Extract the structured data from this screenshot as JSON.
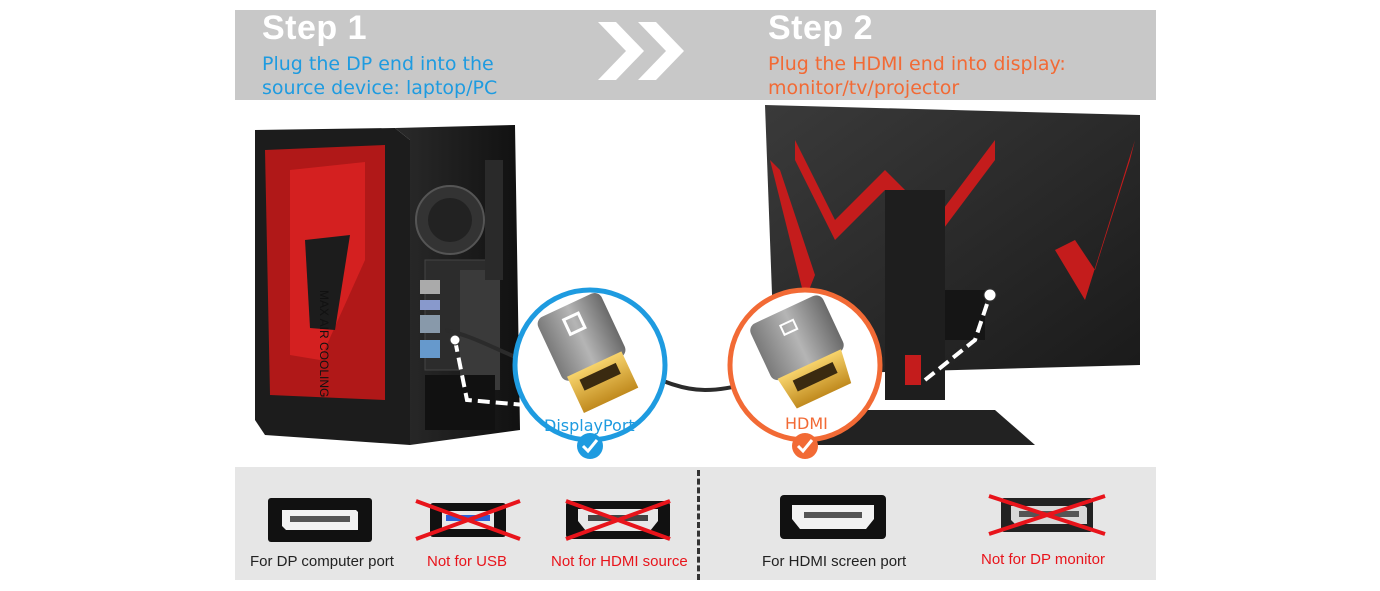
{
  "header": {
    "step1": {
      "title": "Step 1",
      "desc_line1": "Plug the DP end into the",
      "desc_line2": "source device: laptop/PC"
    },
    "step2": {
      "title": "Step 2",
      "desc_line1": "Plug the HDMI end into display:",
      "desc_line2": "monitor/tv/projector"
    }
  },
  "connectors": {
    "dp_label": "DisplayPort",
    "hdmi_label": "HDMI"
  },
  "ports": [
    {
      "label": "For DP computer port",
      "status": "ok"
    },
    {
      "label": "Not for USB",
      "status": "no"
    },
    {
      "label": "Not for HDMI source",
      "status": "no"
    },
    {
      "label": "For HDMI screen port",
      "status": "ok"
    },
    {
      "label": "Not for DP monitor",
      "status": "no"
    }
  ],
  "colors": {
    "header_band": "#c8c8c8",
    "dp_blue": "#1e9be0",
    "hdmi_orange": "#f26a35",
    "not_red": "#e8141b",
    "accent_red": "#d41a1a"
  }
}
